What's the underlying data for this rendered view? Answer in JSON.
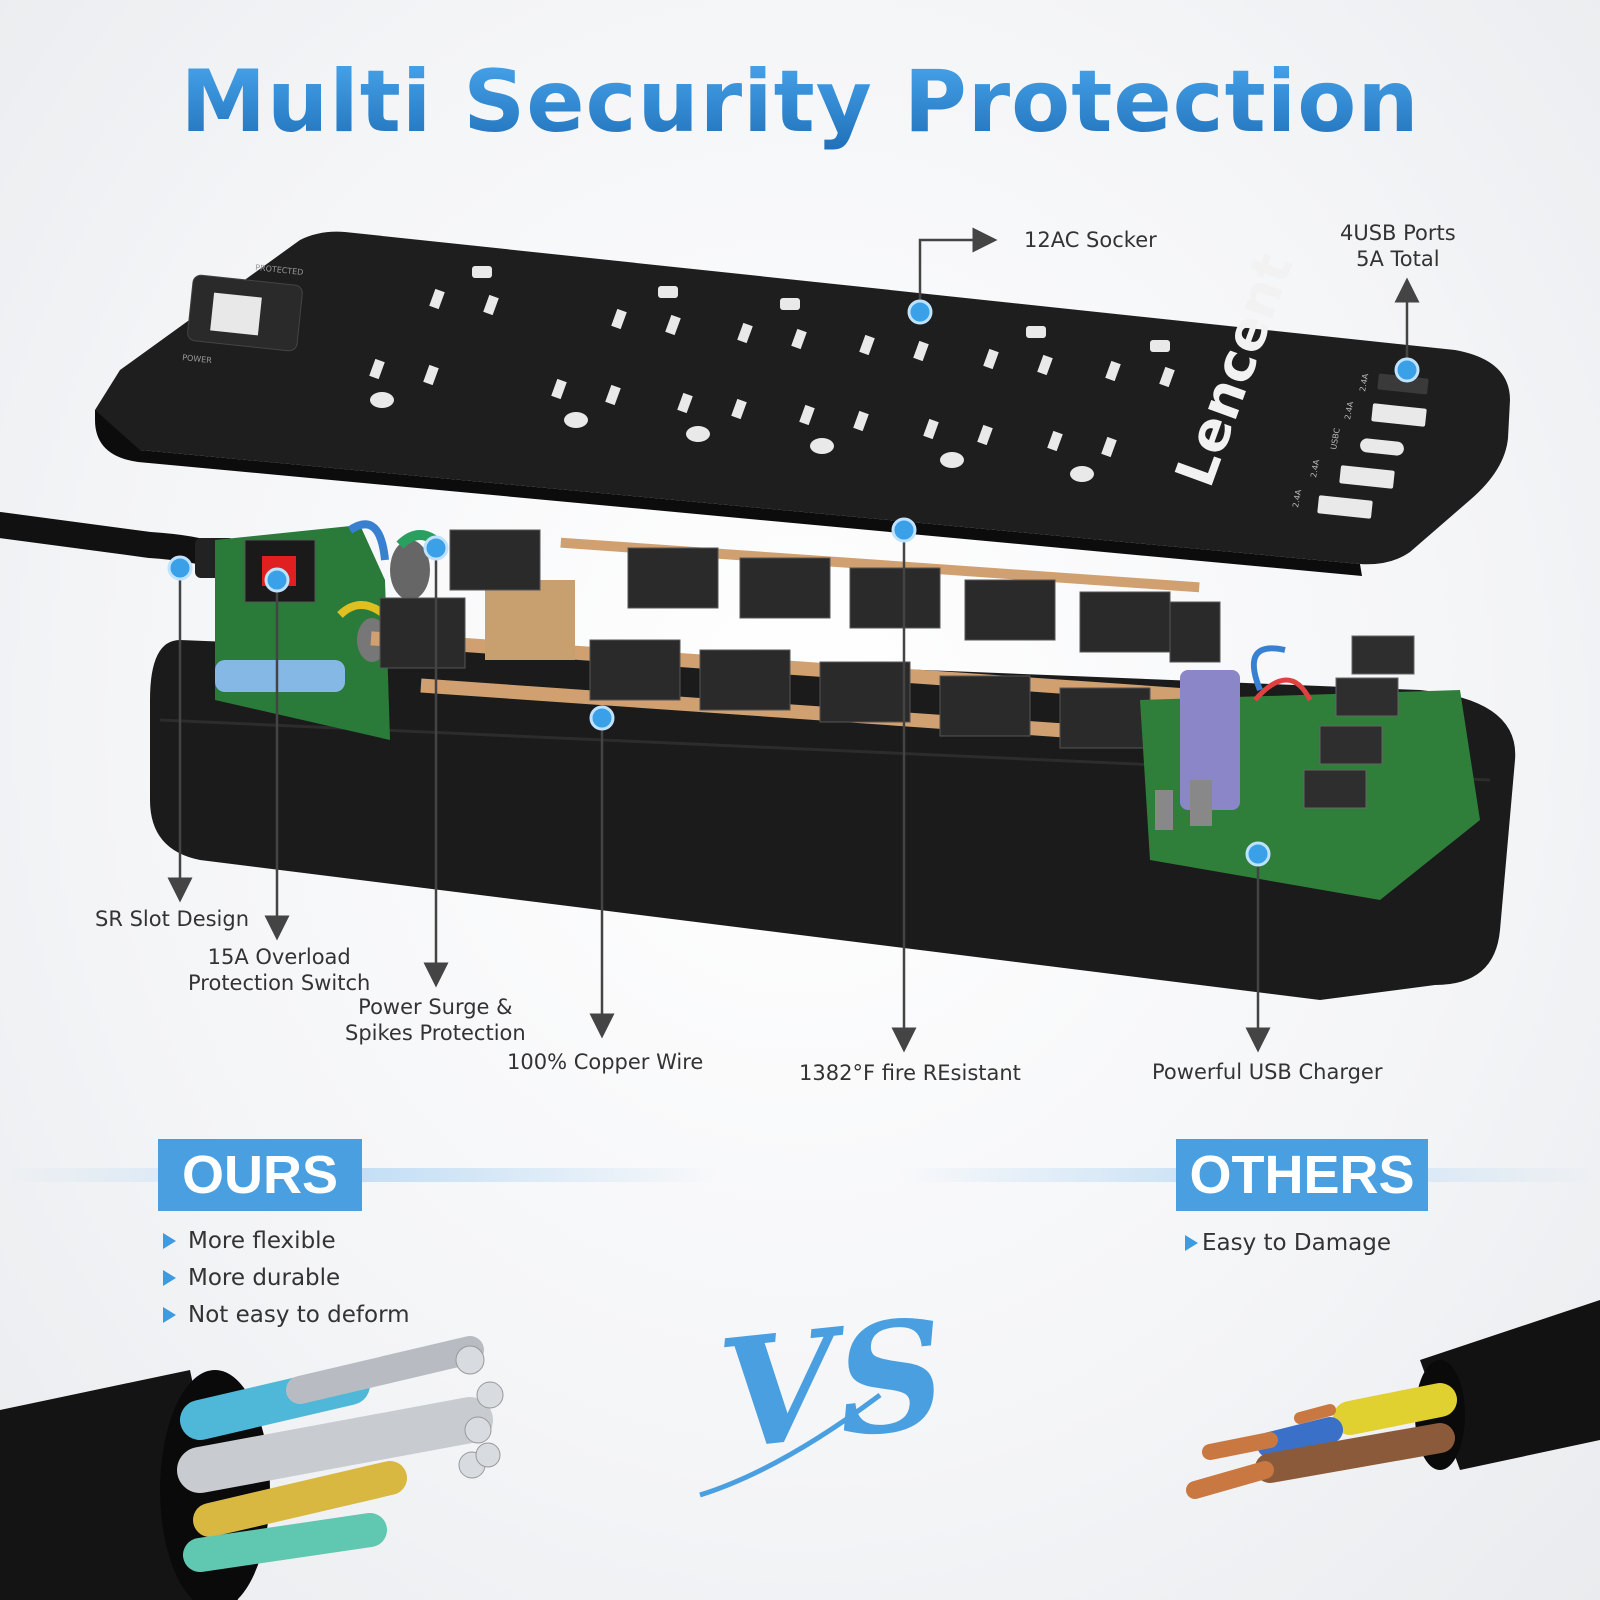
{
  "title": "Multi Security Protection",
  "brand": "Lencent",
  "colors": {
    "accent": "#4a9fe0",
    "title": "#2f8fd8",
    "device": "#1c1c1c",
    "dot": "#3aa0e8"
  },
  "device_markings": {
    "protected": "PROTECTED",
    "power": "POWER",
    "usb_labels": [
      "2.4A",
      "2.4A",
      "USBC",
      "2.4A",
      "2.4A"
    ]
  },
  "callouts": {
    "ac_socket": "12AC Socker",
    "usb_ports_line1": "4USB Ports",
    "usb_ports_line2": "5A Total",
    "sr_slot": "SR Slot Design",
    "overload_line1": "15A Overload",
    "overload_line2": "Protection Switch",
    "surge_line1": "Power Surge &",
    "surge_line2": "Spikes Protection",
    "copper": "100% Copper Wire",
    "fire": "1382°F fire REsistant",
    "usb_charger": "Powerful USB Charger"
  },
  "ours": {
    "label": "OURS",
    "items": [
      "More flexible",
      "More durable",
      "Not easy to deform"
    ]
  },
  "others": {
    "label": "OTHERS",
    "items": [
      "Easy to Damage"
    ]
  },
  "vs": "VS"
}
